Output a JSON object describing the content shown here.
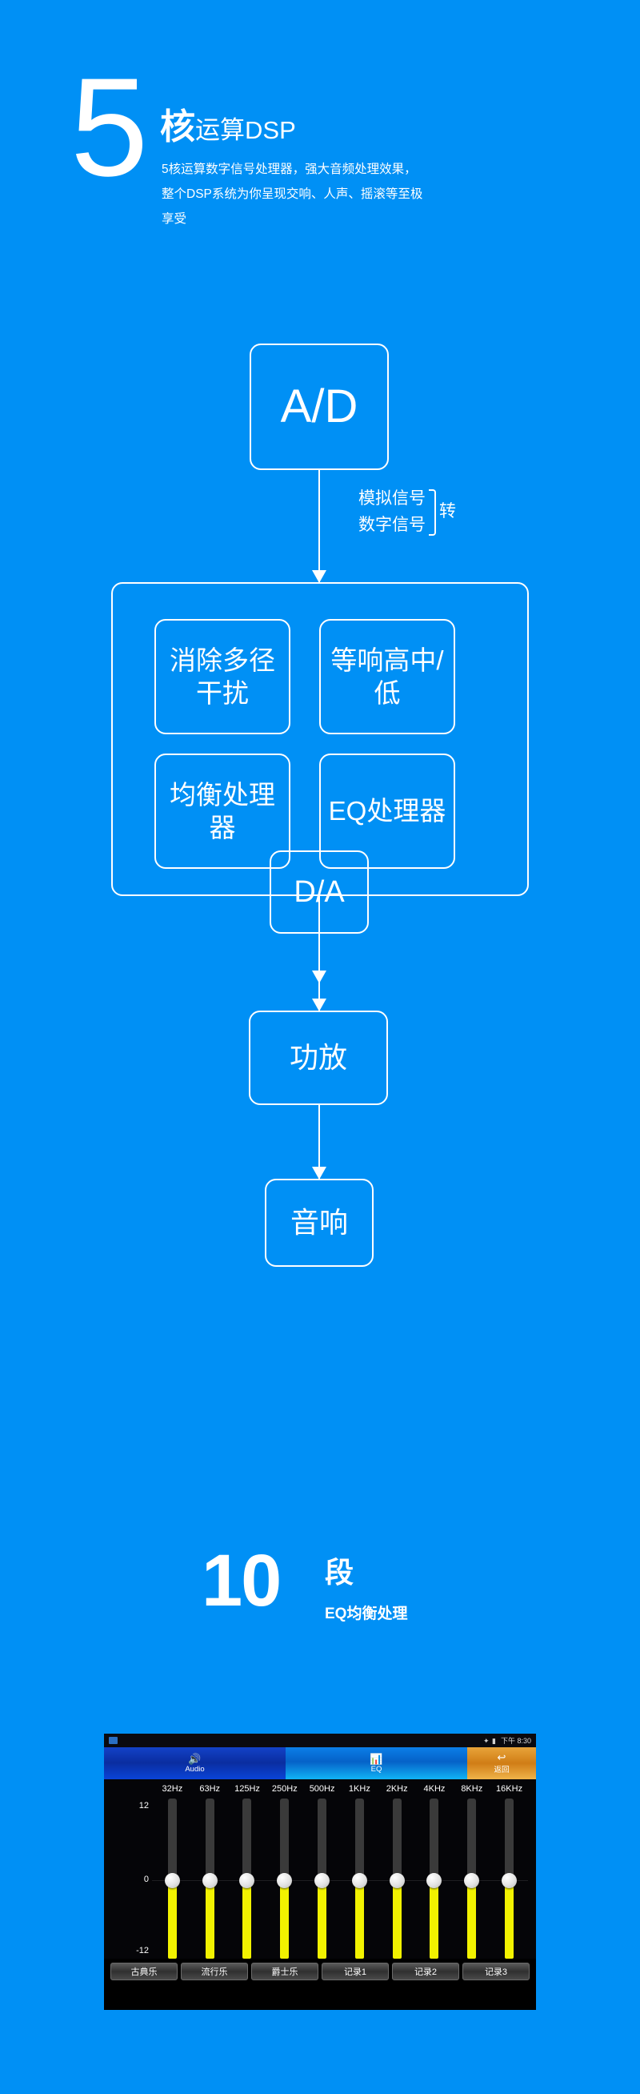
{
  "header": {
    "number": "5",
    "title_big": "核",
    "title_small": "运算DSP",
    "description": "5核运算数字信号处理器，强大音频处理效果，整个DSP系统为你呈现交响、人声、摇滚等至极享受"
  },
  "flow": {
    "ad_node": "A/D",
    "signal_from": "模拟信号",
    "signal_to": "数字信号",
    "signal_convert": "转",
    "dsp_modules": [
      "消除多径干扰",
      "等响高中/低",
      "均衡处理器",
      "EQ处理器"
    ],
    "da_node": "D/A",
    "amp_node": "功放",
    "speaker_node": "音响"
  },
  "eq_section": {
    "number": "10",
    "unit": "段",
    "subtitle": "EQ均衡处理"
  },
  "screenshot": {
    "status": {
      "signal": "",
      "time": "下午 8:30"
    },
    "tabs": [
      {
        "icon": "speaker-icon",
        "label": "Audio"
      },
      {
        "icon": "equalizer-icon",
        "label": "EQ"
      },
      {
        "icon": "back-arrow-icon",
        "label": "返回"
      }
    ],
    "scale_labels": [
      "12",
      "0",
      "-12"
    ],
    "bands": [
      {
        "freq": "32Hz",
        "value": 0
      },
      {
        "freq": "63Hz",
        "value": 0
      },
      {
        "freq": "125Hz",
        "value": 0
      },
      {
        "freq": "250Hz",
        "value": 0
      },
      {
        "freq": "500Hz",
        "value": 0
      },
      {
        "freq": "1KHz",
        "value": 0
      },
      {
        "freq": "2KHz",
        "value": 0
      },
      {
        "freq": "4KHz",
        "value": 0
      },
      {
        "freq": "8KHz",
        "value": 0
      },
      {
        "freq": "16KHz",
        "value": 0
      }
    ],
    "presets": [
      "古典乐",
      "流行乐",
      "爵士乐",
      "记录1",
      "记录2",
      "记录3"
    ]
  },
  "colors": {
    "background": "#0090f5",
    "text": "#ffffff",
    "slider_fill": "#f2f200",
    "tab_audio": "#0a2da0",
    "tab_eq": "#0562c8",
    "tab_back": "#d07d16"
  }
}
